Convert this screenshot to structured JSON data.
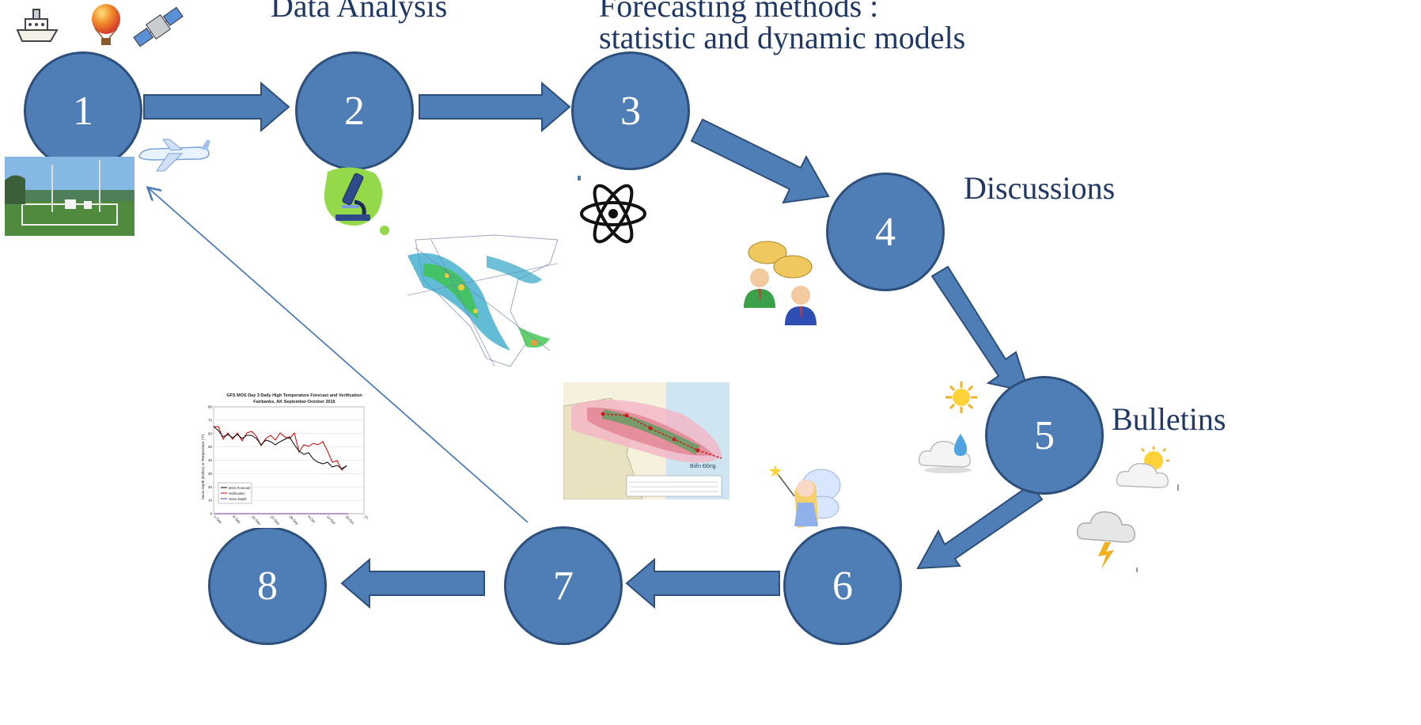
{
  "labels": {
    "data_analysis": "Data Analysis",
    "forecasting_line1": "Forecasting methods :",
    "forecasting_line2": "statistic and dynamic models",
    "discussions": "Discussions",
    "bulletins": "Bulletins"
  },
  "nodes": [
    "1",
    "2",
    "3",
    "4",
    "5",
    "6",
    "7",
    "8"
  ],
  "chart_thumbnail": {
    "title_line1": "GFS MOS Day 3 Daily High Temperature Forecast and Verification",
    "title_line2": "Fairbanks, AK        September-October 2016",
    "ylabel": "Snow Depth (inches) or Temperature (°F)",
    "y_ticks": [
      "0",
      "10",
      "20",
      "30",
      "40",
      "50",
      "60",
      "70",
      "80"
    ],
    "x_ticks": [
      "1-Sep",
      "8-Sep",
      "15-Sep",
      "22-Sep",
      "29-Sep",
      "6-Oct",
      "13-Oct",
      "20-Oct",
      "27-Oct"
    ],
    "legend": [
      "MOS Forecast",
      "Verification",
      "Snow Depth"
    ]
  },
  "map_labels": [
    "Biển Đông"
  ],
  "colors": {
    "node_fill": "#4f7eb7",
    "arrow_fill": "#4f7eb7",
    "label_text": "#1f3864",
    "mos_forecast": "#000000",
    "verification": "#cc0000",
    "snow_depth": "#7030a0"
  },
  "icons": [
    "ship-icon",
    "hot-air-balloon-icon",
    "satellite-icon",
    "airplane-icon",
    "weather-station-photo",
    "microscope-icon",
    "atom-icon",
    "people-discussion-icon",
    "sun-icon",
    "cloud-rain-icon",
    "partly-cloudy-icon",
    "thunderstorm-cloud-icon",
    "fairy-icon",
    "radar-map",
    "typhoon-track-map"
  ]
}
